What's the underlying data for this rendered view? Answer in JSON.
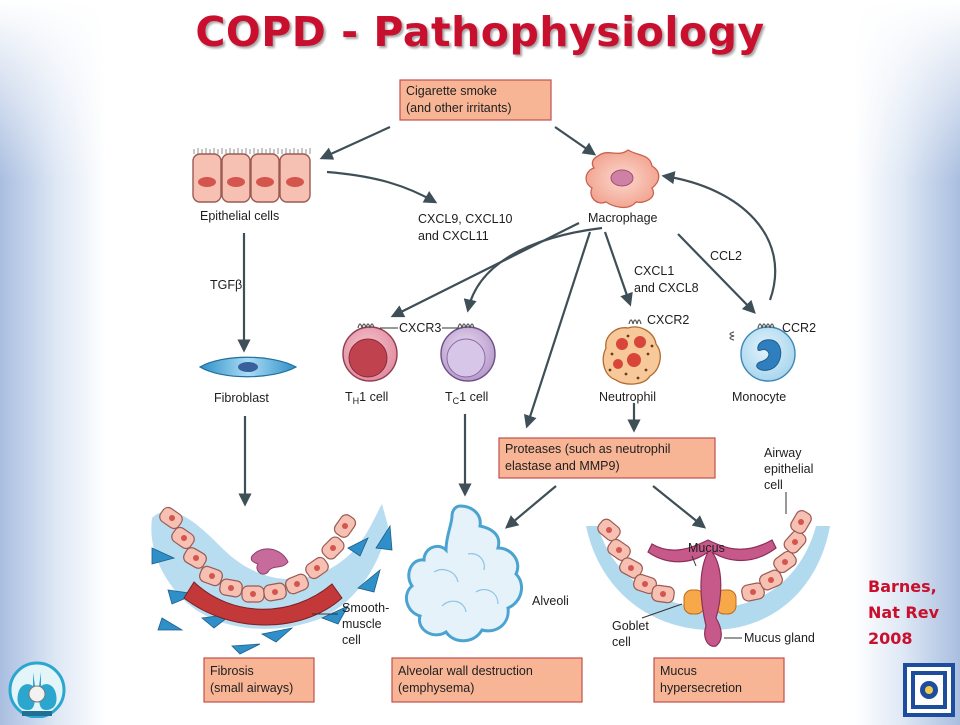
{
  "slide": {
    "title": "COPD - Pathophysiology",
    "citation": [
      "Barnes,",
      "Nat Rev",
      "2008"
    ]
  },
  "diagram": {
    "source_box": [
      "Cigarette smoke",
      "(and other irritants)"
    ],
    "epithelial_label": "Epithelial cells",
    "macrophage_label": "Macrophage",
    "chemokines_cxcl9": [
      "CXCL9, CXCL10",
      "and CXCL11"
    ],
    "tgf_label": "TGFβ",
    "cxcl1_label": [
      "CXCL1",
      "and CXCL8"
    ],
    "ccl2_label": "CCL2",
    "cxcr3_label": "CXCR3",
    "cxcr2_label": "CXCR2",
    "ccr2_label": "CCR2",
    "fibroblast_label": "Fibroblast",
    "th1_label": {
      "main": "T",
      "sub": "H",
      "rest": "1 cell"
    },
    "tc1_label": {
      "main": "T",
      "sub": "C",
      "rest": "1 cell"
    },
    "neutrophil_label": "Neutrophil",
    "monocyte_label": "Monocyte",
    "proteases_box": [
      "Proteases (such as neutrophil",
      "elastase and MMP9)"
    ],
    "airway_epithelial_label": [
      "Airway",
      "epithelial",
      "cell"
    ],
    "smooth_muscle_label": [
      "Smooth-",
      "muscle",
      "cell"
    ],
    "alveoli_label": "Alveoli",
    "mucus_label": "Mucus",
    "goblet_label": [
      "Goblet",
      "cell"
    ],
    "mucus_gland_label": "Mucus gland",
    "fibrosis_box": [
      "Fibrosis",
      "(small airways)"
    ],
    "alveolar_box": [
      "Alveolar wall destruction",
      "(emphysema)"
    ],
    "mucus_box": [
      "Mucus",
      "hypersecretion"
    ]
  },
  "colors": {
    "title": "#c8102e",
    "box_fill": "#f8b596",
    "box_stroke": "#c0504d",
    "arrow": "#3f4f58",
    "cell_pink": "#f4b7ab",
    "nucleus": "#d4544e"
  }
}
